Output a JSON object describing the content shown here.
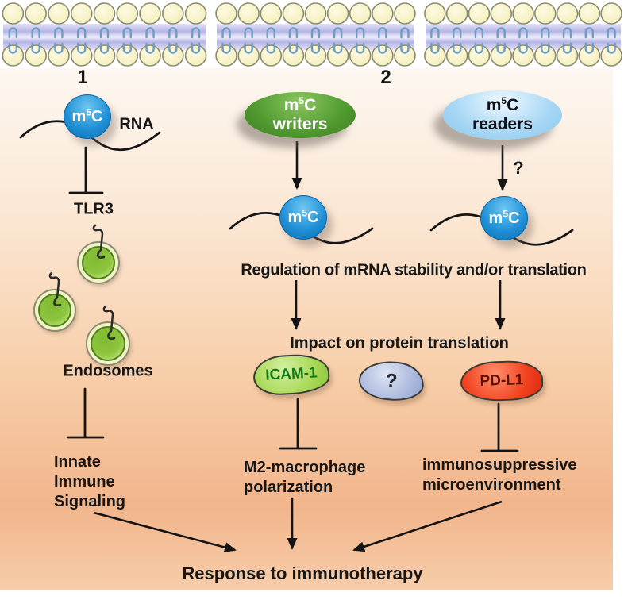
{
  "sections": {
    "one": "1",
    "two": "2"
  },
  "labels": {
    "m5c": {
      "pre": "m",
      "sup": "5",
      "post": "C"
    },
    "writers_line2": "writers",
    "readers_line2": "readers",
    "rna": "RNA",
    "reader_question": "?"
  },
  "left_pathway": {
    "tlr3": "TLR3",
    "endosomes": "Endosomes",
    "innate": [
      "Innate",
      "Immune",
      "Signaling"
    ]
  },
  "middle_pathway": {
    "regulation": "Regulation of mRNA stability and/or translation",
    "impact": "Impact on protein translation",
    "icam1": "ICAM-1",
    "unknown_protein": "?",
    "pdl1": "PD-L1",
    "m2_line1": "M2-macrophage",
    "m2_line2": "polarization",
    "immuno_line1": "immunosuppressive",
    "immuno_line2": "microenvironment"
  },
  "outcome": {
    "response": "Response to immunotherapy"
  },
  "colors": {
    "m5c-ball": "#1e8fd6",
    "writers-green": "#529d31",
    "readers-blue": "#a5d6f4",
    "icam-green": "#a8d957",
    "unknown-periwinkle": "#aab7dd",
    "pdl1-red": "#f1421f",
    "endosome-green": "#8dc43e",
    "endosome-ring": "#f2f4c6",
    "membrane-head": "#f8f4cd",
    "membrane-band": "#b9b9e8",
    "membrane-tail": "#6f9cc1",
    "bg-top": "#fdf7f1",
    "bg-bottom": "#f2b58c",
    "line-black": "#141414"
  }
}
